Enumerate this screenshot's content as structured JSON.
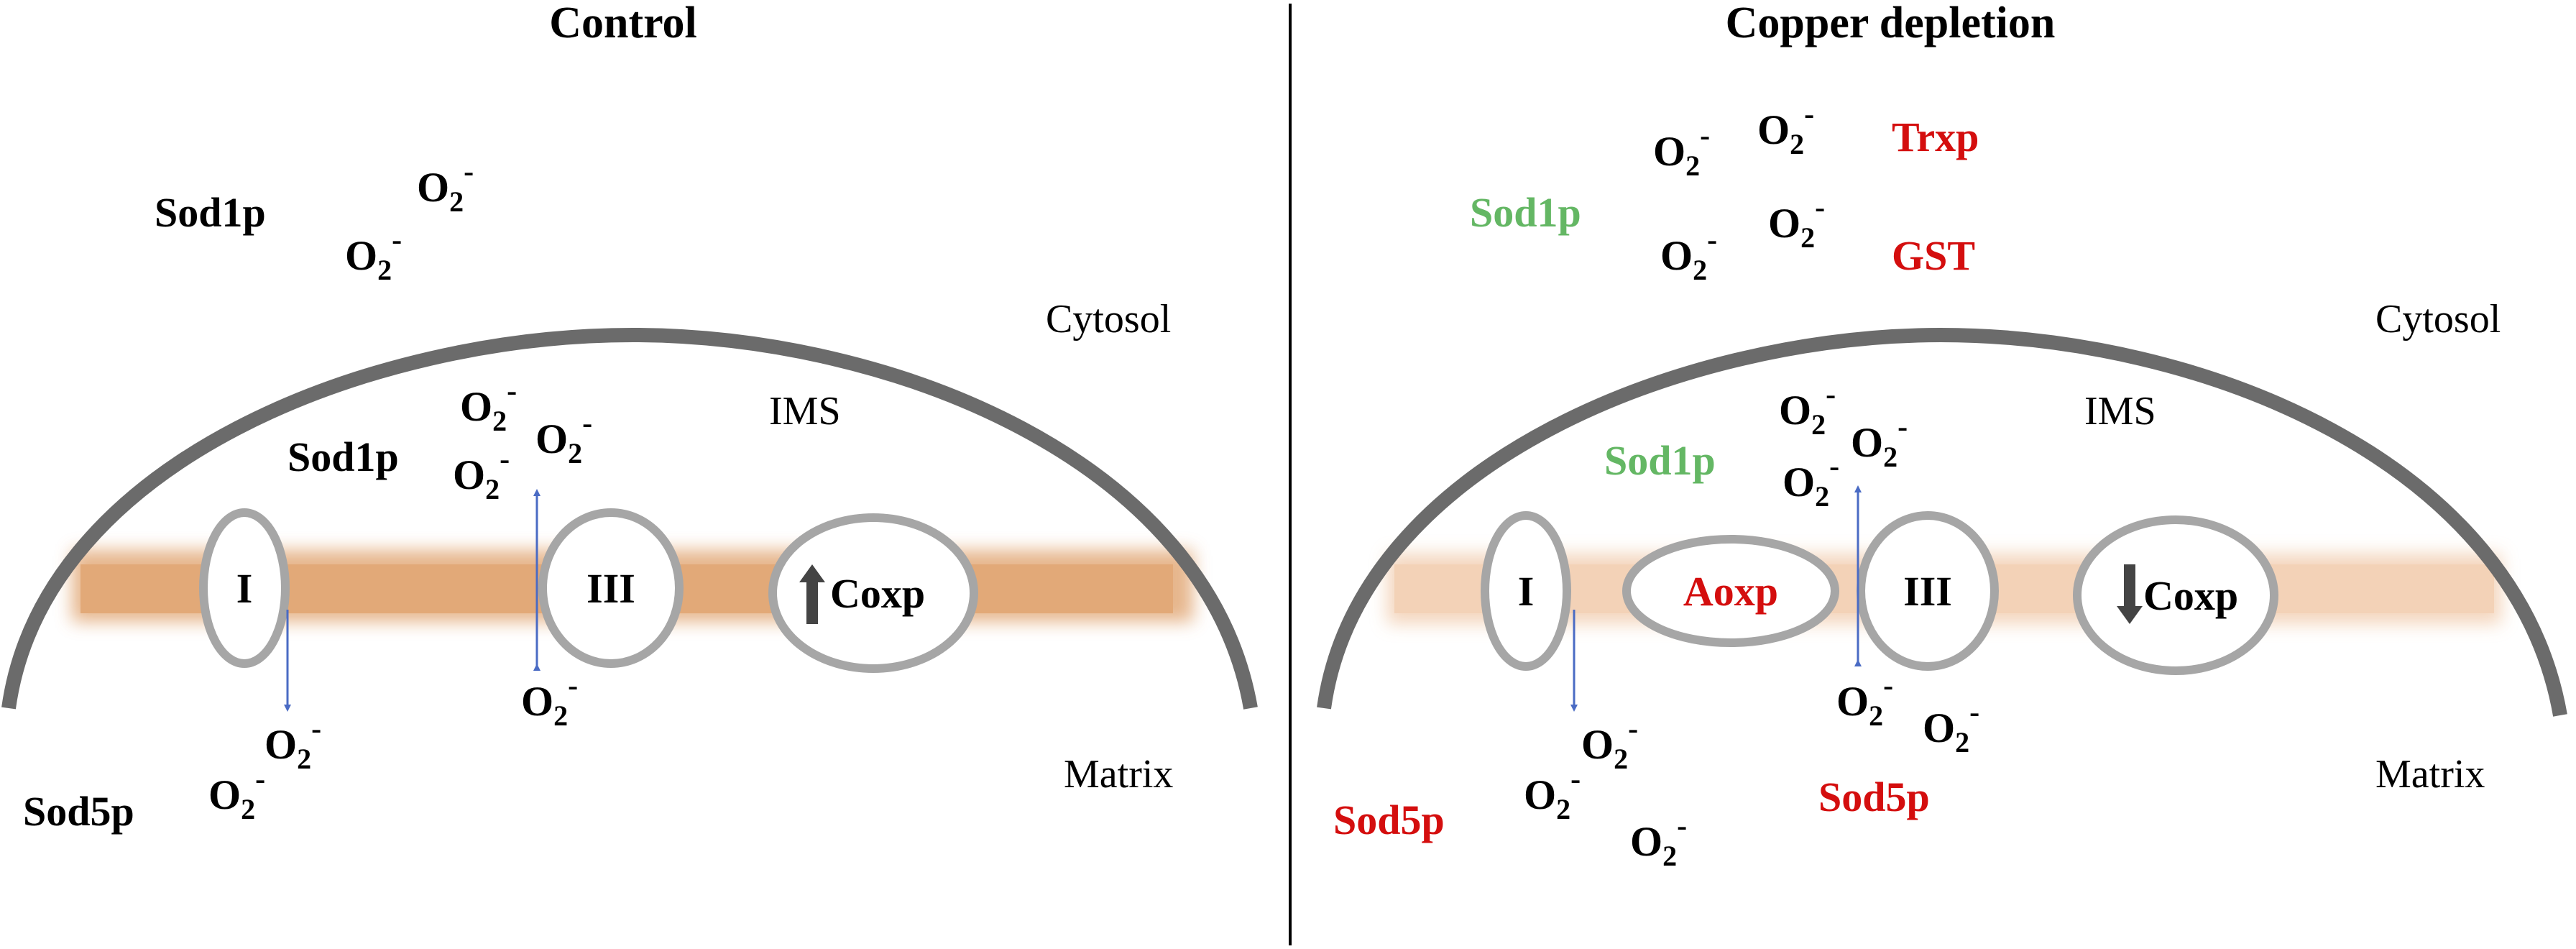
{
  "colors": {
    "membrane_arc": "#6b6b6b",
    "inner_membrane_band": "#e2a978",
    "inner_membrane_band_faded": "#f3d2b7",
    "complex_outline": "#a6a6a6",
    "arrow": "#4a6bc4",
    "upregulated": "#d40e0e",
    "downregulated_mark": "#64b764",
    "neutral": "#000000",
    "divider": "#000000"
  },
  "superoxide": {
    "base": "O",
    "subscript": "2",
    "superscript": "-"
  },
  "panels": {
    "control": {
      "title": "Control",
      "cytosol_label": "Cytosol",
      "ims_label": "IMS",
      "matrix_label": "Matrix",
      "complex_I": "I",
      "complex_III": "III",
      "coxp_label": "Coxp",
      "coxp_arrow": "up",
      "sod1p_cytosol": "Sod1p",
      "sod1p_ims": "Sod1p",
      "sod5p": "Sod5p"
    },
    "copper_depletion": {
      "title": "Copper depletion",
      "cytosol_label": "Cytosol",
      "ims_label": "IMS",
      "matrix_label": "Matrix",
      "complex_I": "I",
      "aoxp_label": "Aoxp",
      "complex_III": "III",
      "coxp_label": "Coxp",
      "coxp_arrow": "down",
      "sod1p_cytosol": "Sod1p",
      "sod1p_ims": "Sod1p",
      "sod5p_matrix": "Sod5p",
      "sod5p_center": "Sod5p",
      "trxp": "Trxp",
      "gst": "GST"
    }
  }
}
